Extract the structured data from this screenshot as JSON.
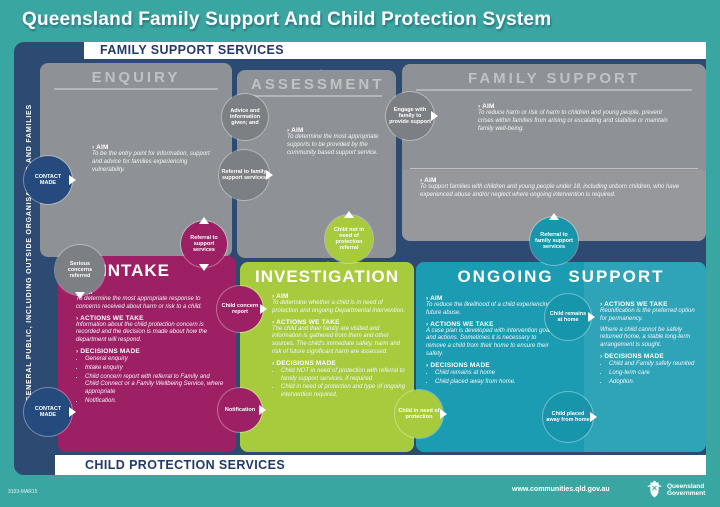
{
  "title": "Queensland Family Support And Child Protection System",
  "bands": {
    "top": "FAMILY SUPPORT SERVICES",
    "bottom": "CHILD PROTECTION SERVICES"
  },
  "sidebar_vertical": "GENERAL PUBLIC, INCLUDING OUTSIDE ORGANISATIONS AND FAMILIES",
  "panels": {
    "enquiry": {
      "heading": "ENQUIRY",
      "aim_label": "› AIM",
      "aim": "To be the entry point for information, support and advice for families experiencing vulnerability."
    },
    "assessment": {
      "heading": "ASSESSMENT",
      "aim_label": "› AIM",
      "aim": "To determine the most appropriate supports to be provided by the community based support service."
    },
    "family_support": {
      "heading": "FAMILY SUPPORT",
      "aim1_label": "› AIM",
      "aim1": "To reduce harm or risk of harm to children and young people, prevent crises within families from arising or escalating and stabilise or maintain family well-being.",
      "aim2_label": "› AIM",
      "aim2": "To support families with children and young people under 18, including unborn children, who have experienced abuse and/or neglect where ongoing intervention is required."
    },
    "intake": {
      "heading": "INTAKE",
      "aim_label": "› AIM",
      "aim": "To determine the most appropriate response to concerns received about harm or risk to a child.",
      "actions_label": "› ACTIONS WE TAKE",
      "actions": "Information about the child protection concern is recorded and the decision is made about how the department will respond.",
      "decisions_label": "› DECISIONS MADE",
      "decisions": [
        "General enquiry",
        "Intake enquiry",
        "Child concern report with referral to Family and Child Connect or a Family Wellbeing Service, where appropriate",
        "Notification."
      ]
    },
    "investigation": {
      "heading": "INVESTIGATION",
      "aim_label": "› AIM",
      "aim": "To determine whether a child is in need of protection and ongoing Departmental intervention.",
      "actions_label": "› ACTIONS WE TAKE",
      "actions": "The child and their family are visited and information is gathered from them and other sources. The child's immediate safety, harm and risk of future significant harm are assessed.",
      "decisions_label": "› DECISIONS MADE",
      "decisions": [
        "Child NOT in need of protection with referral to family support services, if required",
        "Child in need of protection and type of ongoing intervention required."
      ]
    },
    "ongoing": {
      "heading": "ONGOING SUPPORT",
      "aim_label": "› AIM",
      "aim": "To reduce the likelihood of a child experiencing future abuse.",
      "actions_label": "› ACTIONS WE TAKE",
      "actions": "A case plan is developed with intervention goals and actions. Sometimes it is necessary to remove a child from their home to ensure their safety.",
      "decisions_label": "› DECISIONS MADE",
      "decisions": [
        "Child remains at home",
        "Child placed away from home."
      ],
      "right": {
        "actions_label": "› ACTIONS WE TAKE",
        "actions1": "Reunification is the preferred option for permanency.",
        "actions2": "Where a child cannot be safely returned home, a stable long-term arrangement is sought.",
        "decisions_label": "› DECISIONS MADE",
        "decisions": [
          "Child and Family safely reunited",
          "Long-term care",
          "Adoption."
        ]
      }
    }
  },
  "circles": {
    "contact_made": "CONTACT MADE",
    "advice_information": "Advice and information given; and",
    "referral_family_support_gray": "Referral to family support services",
    "engage_family": "Engage with family to provide support",
    "referral_support": "Referral to support services",
    "serious_concerns": "Serious concerns referred",
    "child_concern_report": "Child concern report",
    "notification": "Notification",
    "child_not_in_need": "Child not in need of protection referral",
    "child_in_need": "Child in need of protection",
    "referral_family_support_teal": "Referral to family support services",
    "child_remains": "Child remains at home",
    "child_placed": "Child placed away from home"
  },
  "footer": {
    "url": "www.communities.qld.gov.au",
    "logo_line1": "Queensland",
    "logo_line2": "Government",
    "doc_code": "3103-MAR15"
  },
  "colors": {
    "background_teal": "#3aa6a1",
    "navy": "#2d4a72",
    "gray_panel": "#8e9195",
    "magenta": "#9e2064",
    "green": "#a7cb3c",
    "teal_panel": "#1b9cb3"
  }
}
